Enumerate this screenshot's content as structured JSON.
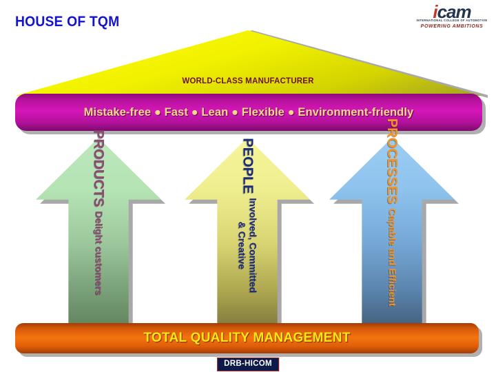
{
  "slide": {
    "title": "HOUSE OF TQM"
  },
  "logo": {
    "word_i": "i",
    "word_rest": "cam",
    "subtitle": "INTERNATIONAL COLLEGE OF AUTOMOTIVE",
    "tagline": "POWERING AMBITIONS"
  },
  "roof": {
    "label": "WORLD-CLASS MANUFACTURER",
    "color": "#f2f200",
    "label_color": "#6b1038"
  },
  "banner": {
    "text": "Mistake-free ● Fast ● Lean ● Flexible ● Environment-friendly",
    "color": "#d516b8",
    "text_color": "#f7d98a"
  },
  "pillars": [
    {
      "name": "PRODUCTS",
      "subtitle": "Delight customers",
      "color": "#b4e3b4",
      "text_color": "#8e4a73"
    },
    {
      "name": "PEOPLE",
      "subtitle_line1": "Involved, Committed",
      "subtitle_line2": "& Creative",
      "color": "#f0ef90",
      "text_color": "#1b2a7a"
    },
    {
      "name": "PROCESSES",
      "subtitle": "Capable and Efficient",
      "color": "#8fc4ef",
      "text_color": "#f0932b"
    }
  ],
  "base": {
    "text": "TOTAL QUALITY MANAGEMENT",
    "color": "#f4740f",
    "text_color": "#ffe814"
  },
  "footer": {
    "badge": "DRB-HICOM",
    "badge_bg": "#0d1a4a",
    "badge_border": "#c21b17"
  }
}
